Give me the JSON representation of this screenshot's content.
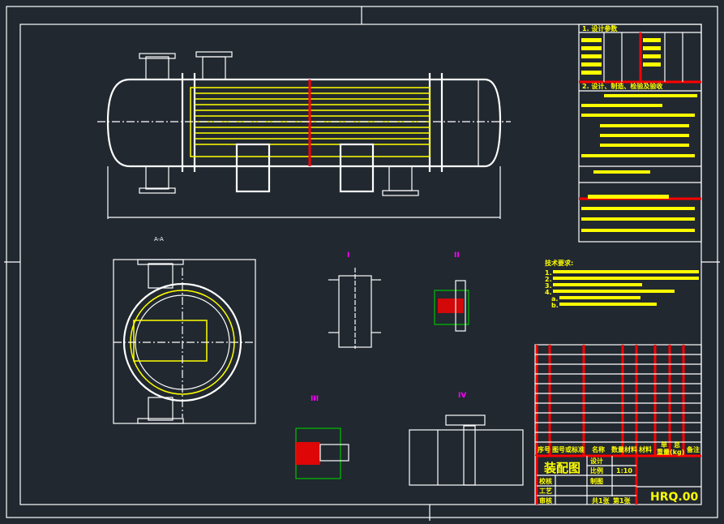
{
  "title_block": {
    "drawing_title": "装配图",
    "drawing_number": "HRQ.00",
    "scale_label": "比例",
    "scale_value": "1:10",
    "design_label": "设计",
    "check_label": "校核",
    "draw_label": "制图",
    "process_label": "工艺",
    "approve_label": "审核",
    "sheets_total": "共1张",
    "sheet_no": "第1张"
  },
  "parts_header": {
    "no": "序号",
    "standard": "图号或标准",
    "name": "名称",
    "qty": "数量",
    "material": "材料",
    "unit": "单",
    "total": "总",
    "weight": "重量(kg)",
    "remark": "备注"
  },
  "spec_table": {
    "section1": "1. 设计参数",
    "section2": "2. 设计、制造、检验及验收"
  },
  "notes": {
    "title": "技术要求:",
    "items": [
      "1.",
      "2.",
      "3.",
      "4.",
      "a.",
      "b."
    ]
  },
  "views": {
    "section_aa": "A-A",
    "detail1": "I",
    "detail2": "II",
    "detail3": "III",
    "detail4": "IV"
  },
  "colors": {
    "background": "#212830",
    "yellow": "#ffff00",
    "red": "#ff0000",
    "white": "#ffffff"
  }
}
